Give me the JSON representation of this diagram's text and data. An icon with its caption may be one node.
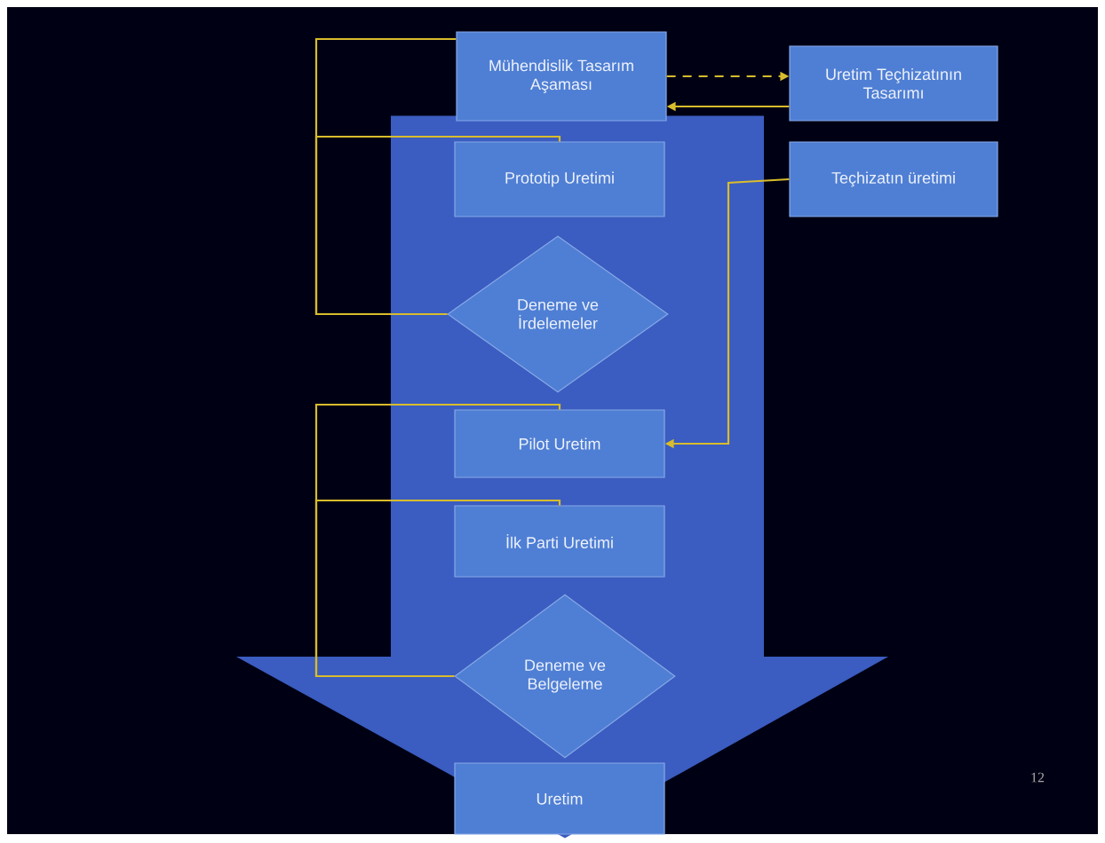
{
  "diagram": {
    "nodes": [
      {
        "text": [
          "Mühendislik Tasarım Aşaması"
        ]
      },
      {
        "text": [
          "Uretim Teçhizatının Tasarımı"
        ]
      },
      {
        "text": [
          "Prototip Uretimi"
        ]
      },
      {
        "text": [
          "Teçhizatın üretimi"
        ]
      },
      {
        "text": [
          "Deneme ve İrdelemeler"
        ]
      },
      {
        "text": [
          "Pilot Uretim"
        ]
      },
      {
        "text": [
          "İlk Parti Uretimi"
        ]
      },
      {
        "text": [
          "Deneme ve Belgeleme"
        ]
      },
      {
        "text": [
          "Uretim"
        ]
      }
    ],
    "edges": [
      {
        "from": 0,
        "to": 1,
        "arrow": "to",
        "style": "dashed"
      },
      {
        "from": 1,
        "to": 0,
        "arrow": "to"
      },
      {
        "from": 3,
        "to": 5,
        "arrow": "to"
      },
      {
        "from": 4,
        "to": 0,
        "arrow": "none"
      },
      {
        "from": 4,
        "to": 2,
        "arrow": "none"
      },
      {
        "from": 7,
        "to": 5,
        "arrow": "none"
      },
      {
        "from": 7,
        "to": 6,
        "arrow": "none"
      },
      {
        "from": 0,
        "to": 8,
        "arrow": "to",
        "style": "thick"
      }
    ],
    "labels": [
      "12"
    ]
  }
}
